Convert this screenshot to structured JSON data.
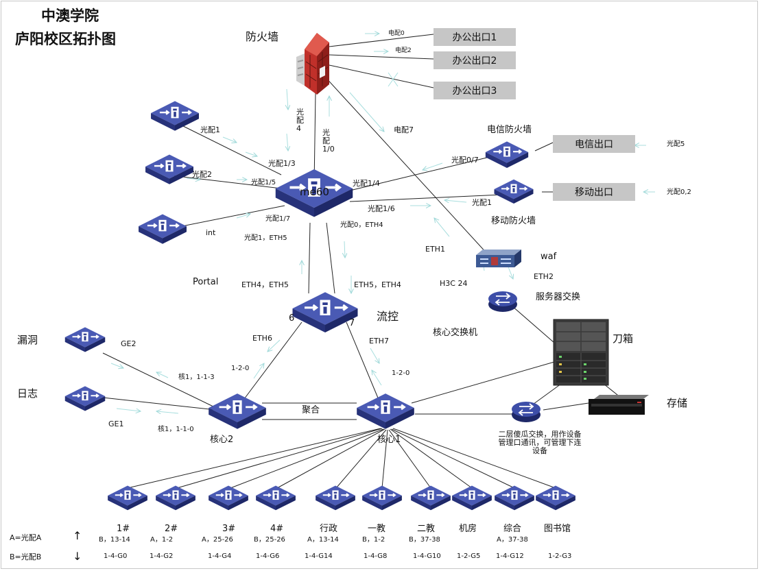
{
  "title": {
    "line1": "中澳学院",
    "line2": "庐阳校区拓扑图"
  },
  "devices": {
    "firewall": "防火墙",
    "core_router": "me60",
    "flow_control": "流控",
    "flow_port_left": "6",
    "flow_port_right": "7",
    "core1": "核心1",
    "core2": "核心2",
    "core_switch_label": "核心交换机",
    "waf": "waf",
    "server_switch": "服务器交换",
    "blade": "刀箱",
    "storage": "存储",
    "telecom_fw": "电信防火墙",
    "mobile_fw": "移动防火墙",
    "vuln": "漏洞",
    "log": "日志",
    "portal": "Portal",
    "layer2_note": "二层傻瓜交换，用作设备管理口通讯，可管理下连设备"
  },
  "exits": {
    "office1": "办公出口1",
    "office2": "办公出口2",
    "office3": "办公出口3",
    "telecom": "电信出口",
    "mobile": "移动出口"
  },
  "links": {
    "elec0": "电配0",
    "elec2": "电配2",
    "elec7": "电配7",
    "opt4": "光配4",
    "opt10": "光配1/0",
    "opt1": "光配1",
    "opt13": "光配1/3",
    "opt2": "光配2",
    "opt15": "光配1/5",
    "opt17": "光配1/7",
    "int": "int",
    "opt1_eth5": "光配1，ETH5",
    "opt14": "光配1/4",
    "opt07": "光配0/7",
    "opt16": "光配1/6",
    "opt1_mobile": "光配1",
    "opt0_eth4": "光配0，ETH4",
    "eth4_eth5": "ETH4，ETH5",
    "eth5_eth4": "ETH5，ETH4",
    "opt5": "光配5",
    "opt02": "光配0,2",
    "eth1": "ETH1",
    "eth2": "ETH2",
    "h3c": "H3C 24",
    "eth6": "ETH6",
    "eth7": "ETH7",
    "p120a": "1-2-0",
    "p120b": "1-2-0",
    "ge2": "GE2",
    "ge1": "GE1",
    "core113": "核1，1-1-3",
    "core110": "核1，1-1-0",
    "agg": "聚合"
  },
  "buildings": [
    {
      "name": "1#",
      "opt": "B，13-14",
      "port": "1-4-G0"
    },
    {
      "name": "2#",
      "opt": "A，1-2",
      "port": "1-4-G2"
    },
    {
      "name": "3#",
      "opt": "A，25-26",
      "port": "1-4-G4"
    },
    {
      "name": "4#",
      "opt": "B，25-26",
      "port": "1-4-G6"
    },
    {
      "name": "行政",
      "opt": "A，13-14",
      "port": "1-4-G14"
    },
    {
      "name": "一教",
      "opt": "B，1-2",
      "port": "1-4-G8"
    },
    {
      "name": "二教",
      "opt": "B，37-38",
      "port": "1-4-G10"
    },
    {
      "name": "机房",
      "opt": "",
      "port": "1-2-G5"
    },
    {
      "name": "综合",
      "opt": "A，37-38",
      "port": "1-4-G12"
    },
    {
      "name": "图书馆",
      "opt": "",
      "port": "1-2-G3"
    }
  ],
  "legend": {
    "a": "A=光配A",
    "b": "B=光配B",
    "up": "↑",
    "down": "↓"
  },
  "colors": {
    "switch": "#2e3c8f",
    "switch_top": "#4a5ab4",
    "arrow": "#a8dede",
    "firewall": "#c0302a",
    "exit_box": "#c6c6c6"
  }
}
